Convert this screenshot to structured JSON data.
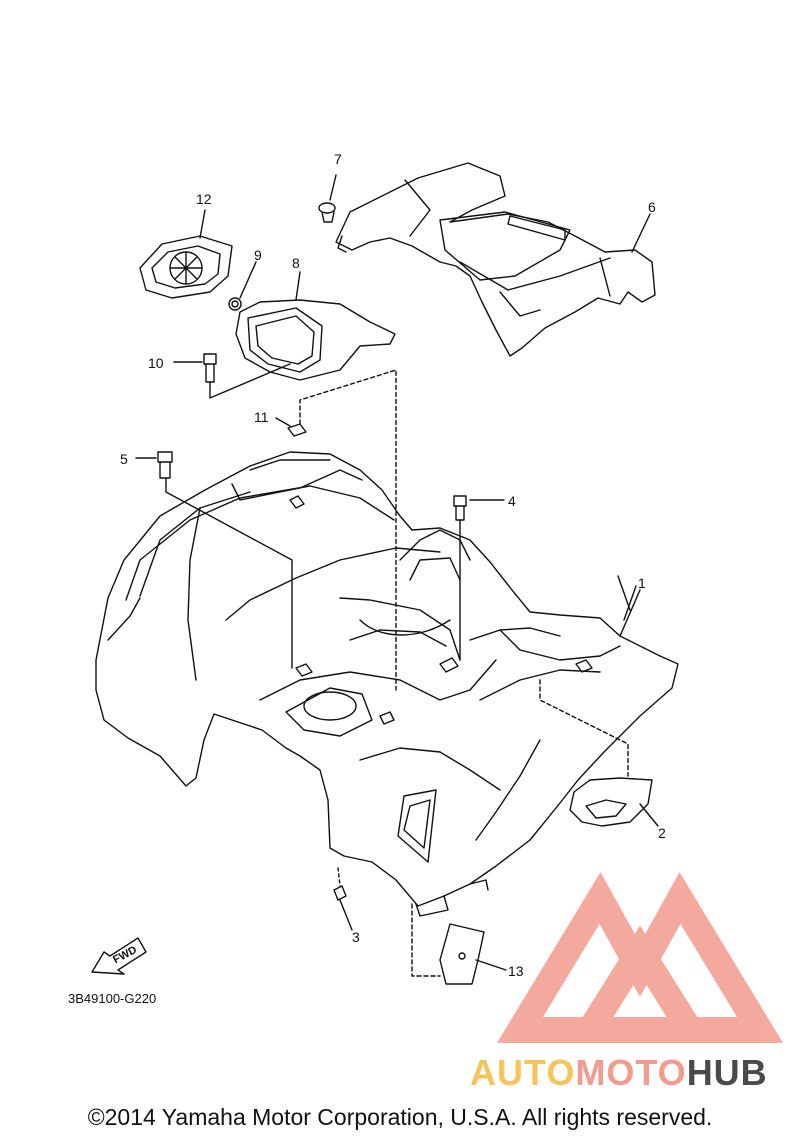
{
  "diagram": {
    "callouts": [
      {
        "id": "c1",
        "label": "1"
      },
      {
        "id": "c2",
        "label": "2"
      },
      {
        "id": "c3",
        "label": "3"
      },
      {
        "id": "c4",
        "label": "4"
      },
      {
        "id": "c5",
        "label": "5"
      },
      {
        "id": "c6",
        "label": "6"
      },
      {
        "id": "c7",
        "label": "7"
      },
      {
        "id": "c8",
        "label": "8"
      },
      {
        "id": "c9",
        "label": "9"
      },
      {
        "id": "c10",
        "label": "10"
      },
      {
        "id": "c11",
        "label": "11"
      },
      {
        "id": "c12",
        "label": "12"
      },
      {
        "id": "c13",
        "label": "13"
      }
    ],
    "fwd_label": "FWD",
    "diagram_code": "3B49100-G220"
  },
  "footer": {
    "copyright": "©2014 Yamaha Motor Corporation, U.S.A. All rights reserved."
  },
  "watermark": {
    "part1": "AUTO",
    "part2": "MOTO",
    "part3": "HUB",
    "colors": {
      "auto": "#f6c45a",
      "moto": "#f39b8e",
      "hub": "#4a4a4a",
      "logo": "#f39b8e"
    }
  }
}
